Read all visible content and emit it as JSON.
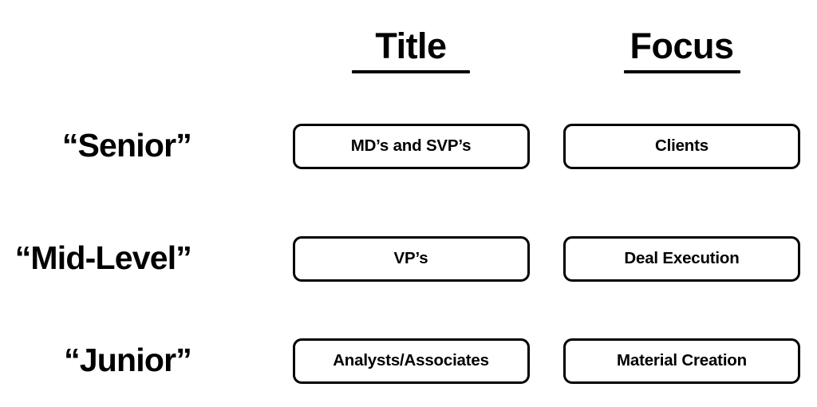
{
  "background_color": "#ffffff",
  "text_color": "#000000",
  "border_color": "#000000",
  "headers": {
    "corner": "",
    "columns": [
      {
        "label": "Title"
      },
      {
        "label": "Focus"
      }
    ]
  },
  "rows": [
    {
      "label": "“Senior”",
      "title": "MD’s and SVP’s",
      "focus": "Clients"
    },
    {
      "label": "“Mid-Level”",
      "title": "VP’s",
      "focus": "Deal Execution"
    },
    {
      "label": "“Junior”",
      "title": "Analysts/Associates",
      "focus": "Material Creation"
    }
  ],
  "chart_data": {
    "type": "table",
    "title": "",
    "columns": [
      "",
      "Title",
      "Focus"
    ],
    "rows": [
      [
        "“Senior”",
        "MD’s and SVP’s",
        "Clients"
      ],
      [
        "“Mid-Level”",
        "VP’s",
        "Deal Execution"
      ],
      [
        "“Junior”",
        "Analysts/Associates",
        "Material Creation"
      ]
    ]
  }
}
